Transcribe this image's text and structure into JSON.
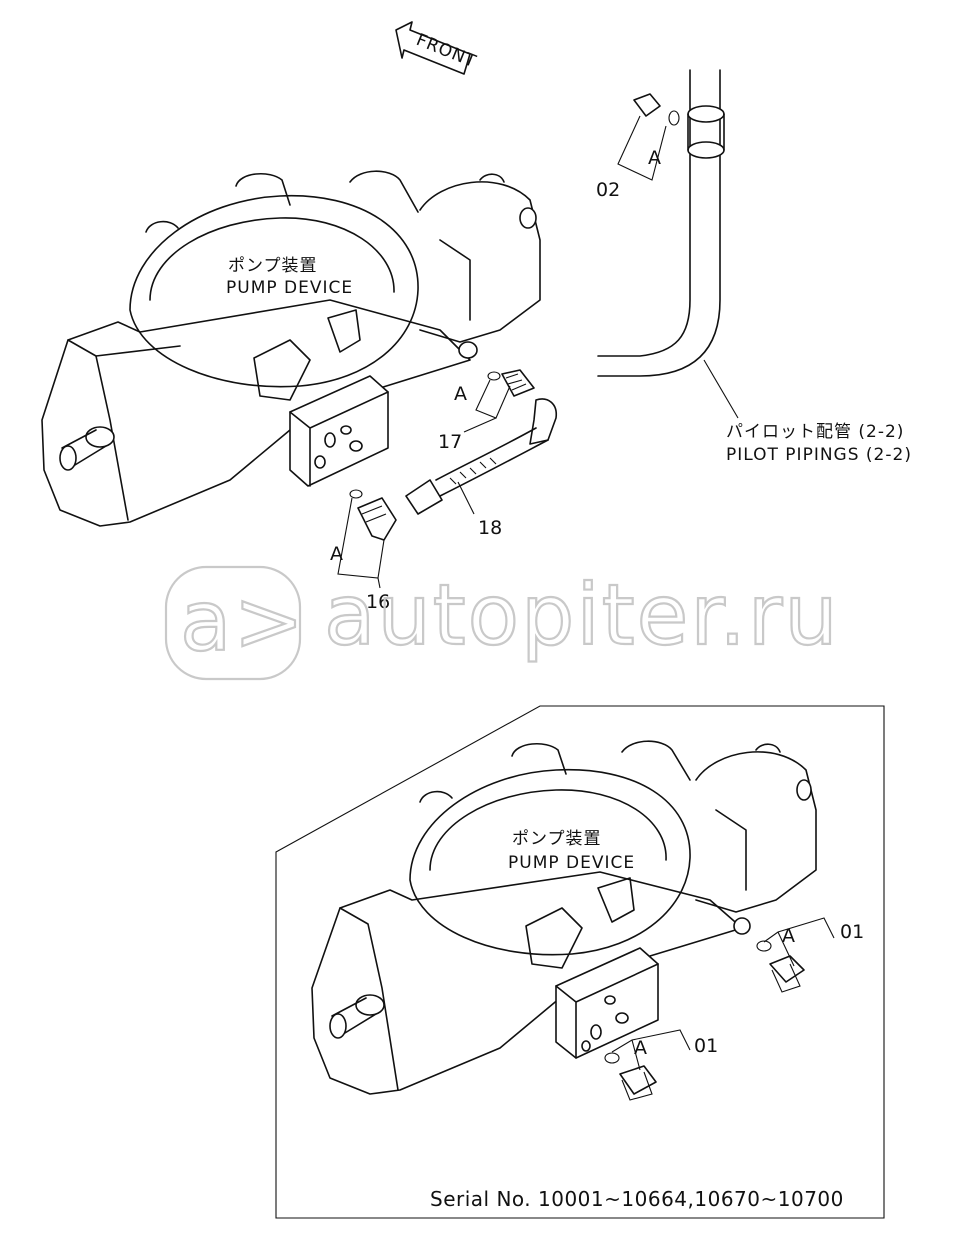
{
  "front_arrow": {
    "label": "FRONT"
  },
  "upper_view": {
    "pump_device": {
      "jp": "ポンプ装置",
      "en": "PUMP DEVICE"
    },
    "pilot_pipings": {
      "jp": "パイロット配管 (2-2)",
      "en": "PILOT PIPINGS (2-2)"
    },
    "callouts": {
      "p02": "02",
      "a_pipe": "A",
      "p17": "17",
      "a17": "A",
      "p18": "18",
      "a16": "A",
      "p16": "16"
    }
  },
  "lower_view": {
    "pump_device": {
      "jp": "ポンプ装置",
      "en": "PUMP DEVICE"
    },
    "callouts": {
      "a_upper": "A",
      "p01_upper": "01",
      "a_lower": "A",
      "p01_lower": "01"
    },
    "serial": "Serial No. 10001~10664,10670~10700"
  },
  "watermark": {
    "text": "autopiter.ru",
    "badge": "a>"
  },
  "colors": {
    "ink": "#111111",
    "paper": "#ffffff",
    "watermark": "#c9c9c9"
  }
}
